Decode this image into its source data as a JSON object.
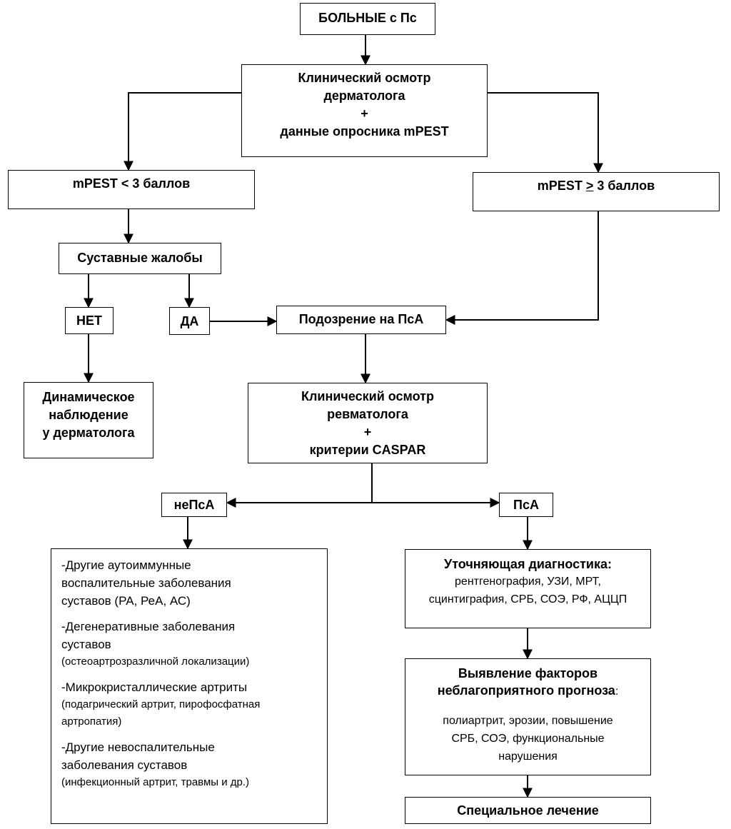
{
  "nodes": {
    "start": "БОЛЬНЫЕ с Пс",
    "derm_exam": {
      "lines": [
        "Клинический осмотр",
        "дерматолога",
        "+",
        "данные опросника mPEST"
      ]
    },
    "mpest_low": "mPEST < 3 баллов",
    "mpest_high": {
      "prefix": "mPEST ",
      "sign": ">",
      "suffix": " 3 баллов"
    },
    "joint_complaints": "Суставные жалобы",
    "no": "НЕТ",
    "yes": "ДА",
    "suspicion": "Подозрение на ПсА",
    "dynamic": {
      "lines": [
        "Динамическое",
        "наблюдение",
        "у дерматолога"
      ]
    },
    "rheum_exam": {
      "lines": [
        "Клинический осмотр",
        "ревматолога",
        "+",
        "критерии CASPAR"
      ]
    },
    "not_psa": "неПсА",
    "psa": "ПсА",
    "other_diseases": [
      {
        "main": [
          "-Другие аутоиммунные",
          "воспалительные заболевания",
          "суставов (РА, РеА, АС)"
        ],
        "sub": []
      },
      {
        "main": [
          "-Дегенеративные заболевания",
          "суставов"
        ],
        "sub": [
          "(остеоартрозразличной локализации)"
        ]
      },
      {
        "main": [
          "-Микрокристаллические артриты"
        ],
        "sub": [
          "(подагрический артрит, пирофосфатная",
          "артропатия)"
        ]
      },
      {
        "main": [
          "-Другие невоспалительные",
          "заболевания суставов"
        ],
        "sub": [
          "(инфекционный артрит, травмы и др.)"
        ]
      }
    ],
    "clarifying": {
      "title": "Уточняющая диагностика:",
      "lines": [
        "рентгенография, УЗИ, МРТ,",
        "сцинтиграфия, СРБ, СОЭ, РФ, АЦЦП"
      ]
    },
    "factors": {
      "title_lines": [
        "Выявление факторов",
        "неблагоприятного прогноза"
      ],
      "title_tail": ":",
      "lines": [
        "полиартрит, эрозии, повышение",
        "СРБ, СОЭ, функциональные",
        "нарушения"
      ]
    },
    "treatment": "Специальное лечение"
  }
}
